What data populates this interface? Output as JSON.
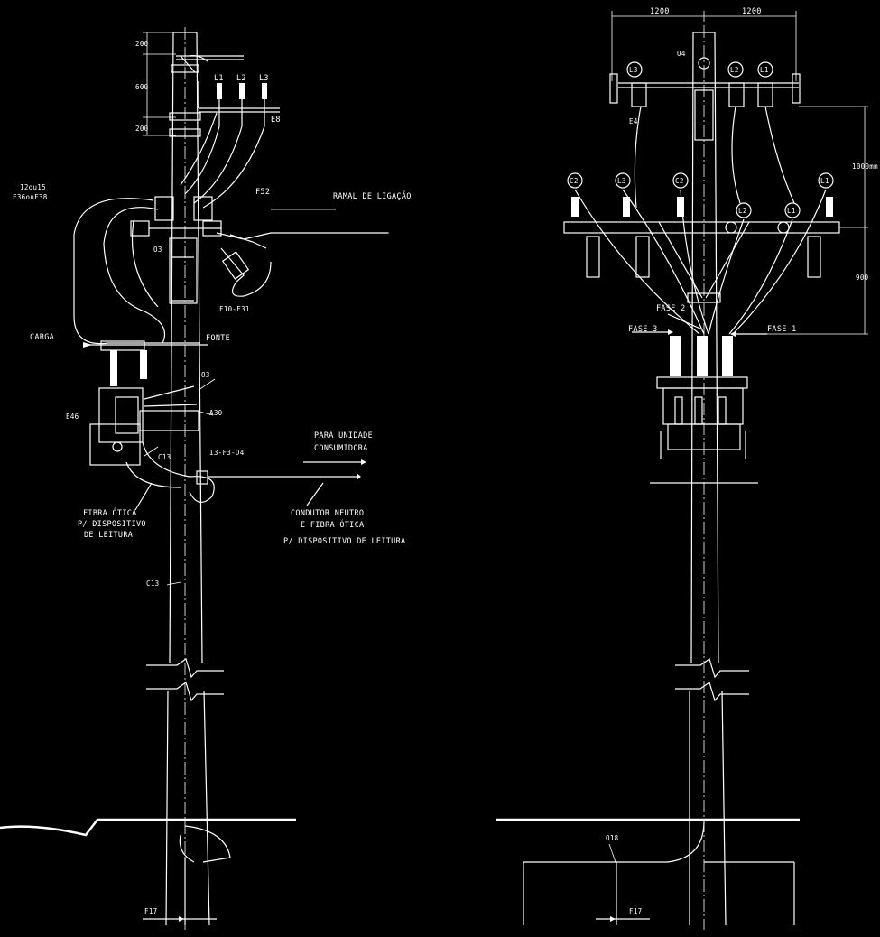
{
  "left_view": {
    "dims": {
      "top": "200",
      "middle": "600",
      "bottom": "200"
    },
    "phases": [
      "L1",
      "L2",
      "L3"
    ],
    "labels": {
      "e8": "E8",
      "ref_12": "12ou15",
      "ref_f36": "F36ouF38",
      "f52": "F52",
      "ramal": "RAMAL DE LIGAÇÃO",
      "o3_a": "O3",
      "f10": "F10-F31",
      "carga": "CARGA",
      "fonte": "FONTE",
      "o3_b": "O3",
      "e46": "E46",
      "a30": "A30",
      "c13_a": "C13",
      "i3": "I3-F3-D4",
      "para_1": "PARA UNIDADE",
      "para_2": "CONSUMIDORA",
      "fibra_1": "FIBRA ÓTICA",
      "fibra_2": "P/ DISPOSITIVO",
      "fibra_3": "DE LEITURA",
      "cond_1": "CONDUTOR NEUTRO",
      "cond_2": "E FIBRA ÓTICA",
      "cond_3": "P/ DISPOSITIVO DE LEITURA",
      "c13_b": "C13",
      "f17": "F17"
    }
  },
  "right_view": {
    "dims": {
      "left": "1200",
      "right": "1200",
      "vert_top": "1000mm",
      "vert_bottom": "900"
    },
    "labels": {
      "o4": "O4",
      "e4": "E4",
      "fase2": "FASE 2",
      "fase3": "FASE 3",
      "fase1": "FASE 1",
      "o18": "O18",
      "f17": "F17"
    },
    "top_circles": [
      "L3",
      "L2",
      "L1"
    ],
    "mid_circles": [
      "C2",
      "L3",
      "C2",
      "L2",
      "L1",
      "L1"
    ]
  }
}
